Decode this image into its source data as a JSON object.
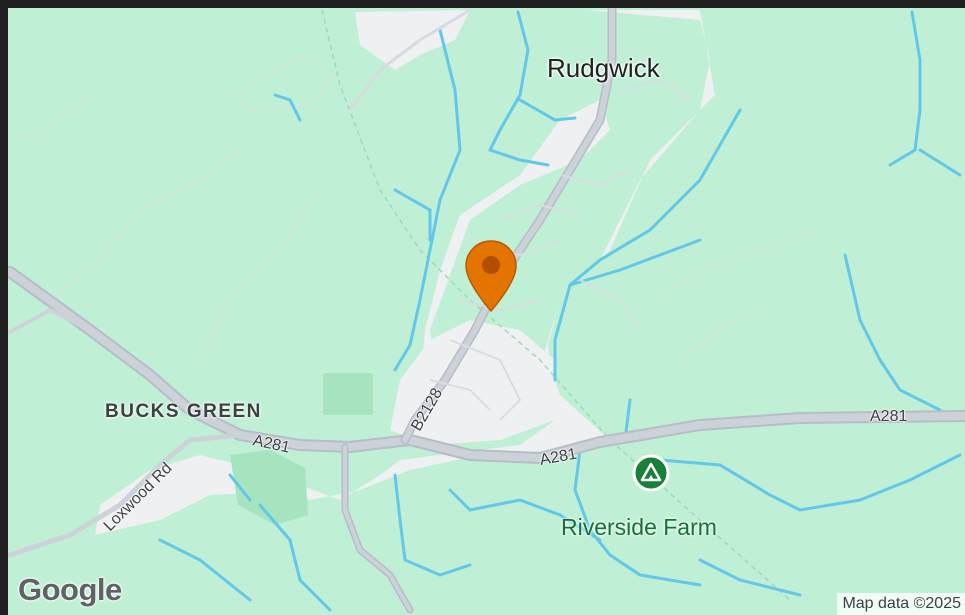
{
  "map": {
    "places": {
      "town": "Rudgwick",
      "hamlet": "BUCKS GREEN"
    },
    "roads": {
      "b_road": "B2128",
      "a_road_1": "A281",
      "a_road_2": "A281",
      "a_road_3": "A281",
      "minor": "Loxwood Rd"
    },
    "poi": {
      "name": "Riverside Farm",
      "icon": "campground-icon",
      "color": "#188038"
    },
    "marker": {
      "icon": "map-pin-icon",
      "color": "#e37400"
    },
    "branding": {
      "logo": "Google",
      "attribution": "Map data ©2025"
    },
    "colors": {
      "land": "#bfefd4",
      "urban": "#f1f3f4",
      "water": "#4fc3f7",
      "road": "#c5cad2"
    }
  }
}
